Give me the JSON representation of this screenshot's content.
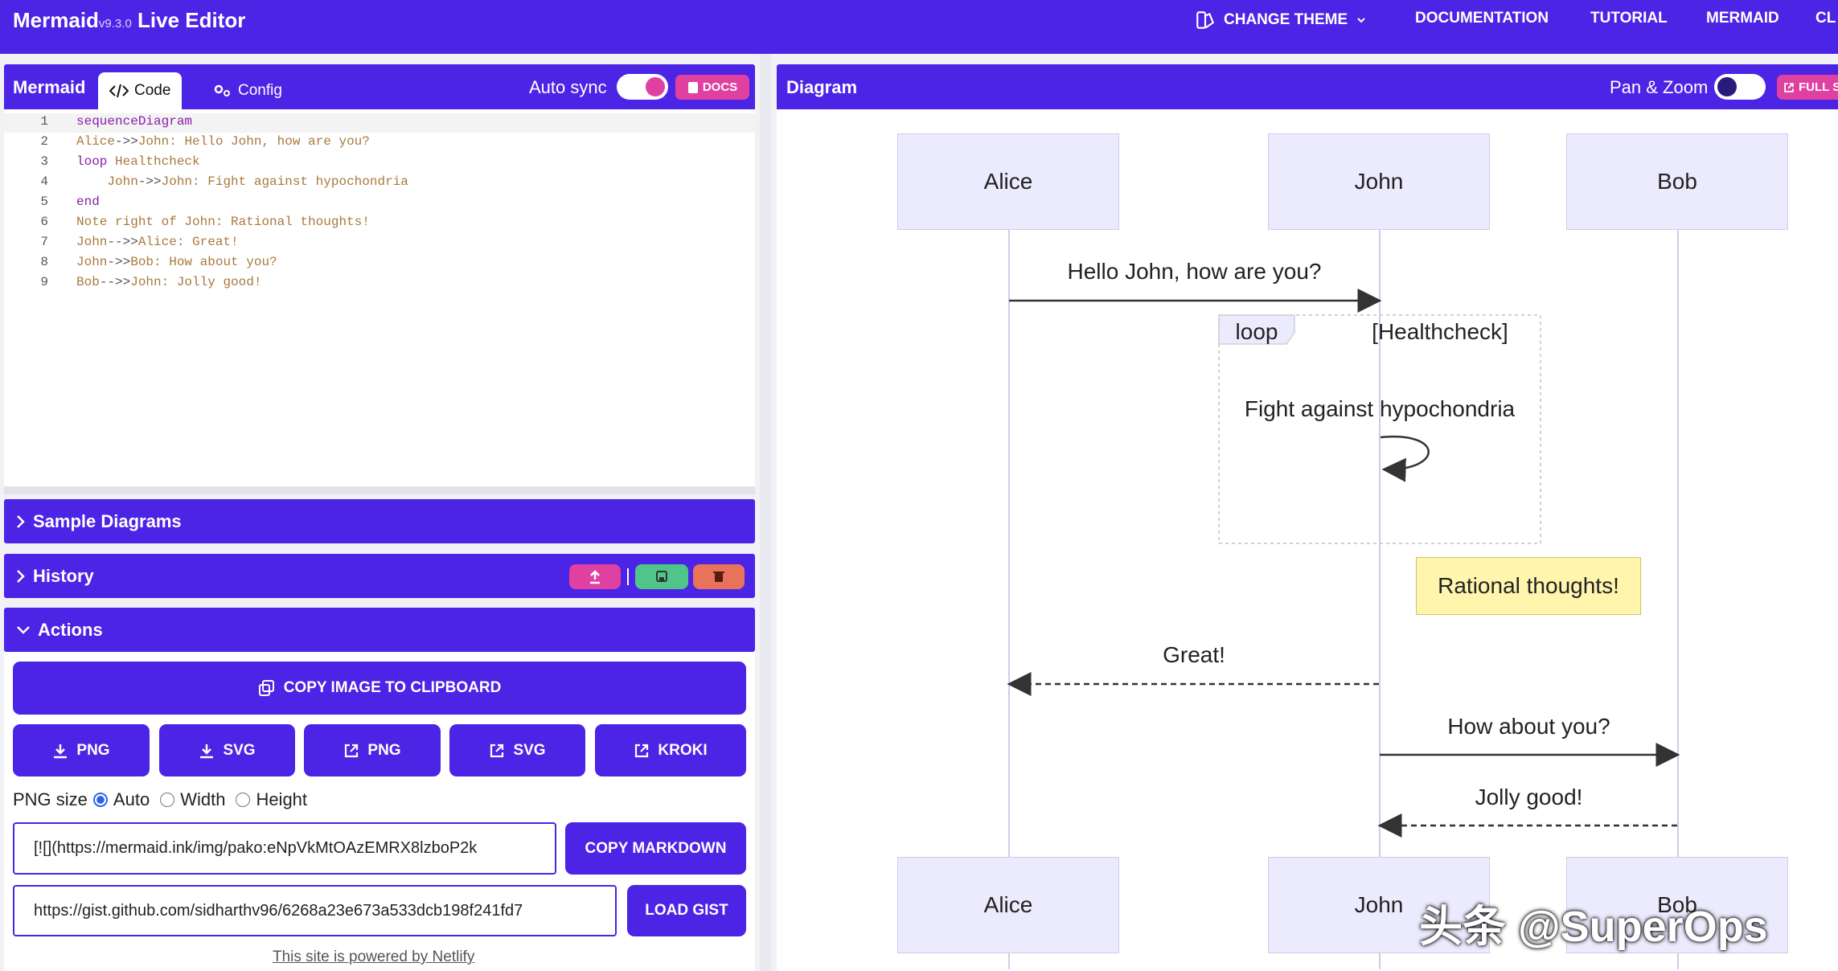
{
  "header": {
    "brand": "Mermaid",
    "version": "v9.3.0",
    "brand_suffix": "Live Editor",
    "nav": [
      "CHANGE THEME",
      "DOCUMENTATION",
      "TUTORIAL",
      "MERMAID",
      "CL"
    ]
  },
  "editor_panel": {
    "title": "Mermaid",
    "tabs": [
      "Code",
      "Config"
    ],
    "auto_sync_label": "Auto sync",
    "docs_label": "DOCS",
    "lines": [
      {
        "n": "1",
        "segments": [
          [
            "kw",
            "sequenceDiagram"
          ]
        ]
      },
      {
        "n": "2",
        "segments": [
          [
            "tx",
            "Alice"
          ],
          [
            "op",
            "->>"
          ],
          [
            "tx",
            "John: Hello John, how are you?"
          ]
        ]
      },
      {
        "n": "3",
        "segments": [
          [
            "kw",
            "loop"
          ],
          [
            "tx",
            " Healthcheck"
          ]
        ]
      },
      {
        "n": "4",
        "segments": [
          [
            "tx",
            "    John"
          ],
          [
            "op",
            "->>"
          ],
          [
            "tx",
            "John: Fight against hypochondria"
          ]
        ]
      },
      {
        "n": "5",
        "segments": [
          [
            "kw",
            "end"
          ]
        ]
      },
      {
        "n": "6",
        "segments": [
          [
            "tx",
            "Note right of John: Rational thoughts!"
          ]
        ]
      },
      {
        "n": "7",
        "segments": [
          [
            "tx",
            "John"
          ],
          [
            "op",
            "-->>"
          ],
          [
            "tx",
            "Alice: Great!"
          ]
        ]
      },
      {
        "n": "8",
        "segments": [
          [
            "tx",
            "John"
          ],
          [
            "op",
            "->>"
          ],
          [
            "tx",
            "Bob: How about you?"
          ]
        ]
      },
      {
        "n": "9",
        "segments": [
          [
            "tx",
            "Bob"
          ],
          [
            "op",
            "-->>"
          ],
          [
            "tx",
            "John: Jolly good!"
          ]
        ]
      }
    ]
  },
  "sections": {
    "sample": "Sample Diagrams",
    "history": "History",
    "actions": "Actions"
  },
  "actions": {
    "copy_image": "COPY IMAGE TO CLIPBOARD",
    "buttons": [
      {
        "icon": "download-icon",
        "label": "PNG"
      },
      {
        "icon": "download-icon",
        "label": "SVG"
      },
      {
        "icon": "external-link-icon",
        "label": "PNG"
      },
      {
        "icon": "external-link-icon",
        "label": "SVG"
      },
      {
        "icon": "external-link-icon",
        "label": "KROKI"
      }
    ],
    "png_size_label": "PNG size",
    "radio_options": [
      "Auto",
      "Width",
      "Height"
    ],
    "radio_selected": "Auto",
    "markdown_value": "[![](https://mermaid.ink/img/pako:eNpVkMtOAzEMRX8lzboP2k",
    "copy_markdown": "COPY MARKDOWN",
    "gist_value": "https://gist.github.com/sidharthv96/6268a23e673a533dcb198f241fd7",
    "load_gist": "LOAD GIST",
    "footer": "This site is powered by Netlify"
  },
  "diagram_panel": {
    "title": "Diagram",
    "pan_zoom_label": "Pan & Zoom",
    "full_label": "FULL S"
  },
  "diagram": {
    "actors": [
      "Alice",
      "John",
      "Bob"
    ],
    "messages": [
      "Hello John, how are you?",
      "Fight against hypochondria",
      "Great!",
      "How about you?",
      "Jolly good!"
    ],
    "loop_label": "loop",
    "loop_condition": "[Healthcheck]",
    "note": "Rational thoughts!"
  },
  "watermark": "头条 @SuperOps",
  "colors": {
    "accent": "#4b24e5",
    "pink": "#e040a0",
    "green": "#4fc58a",
    "orange": "#e8735a",
    "note": "#fff5ad",
    "actor_fill": "#ecebfe"
  }
}
